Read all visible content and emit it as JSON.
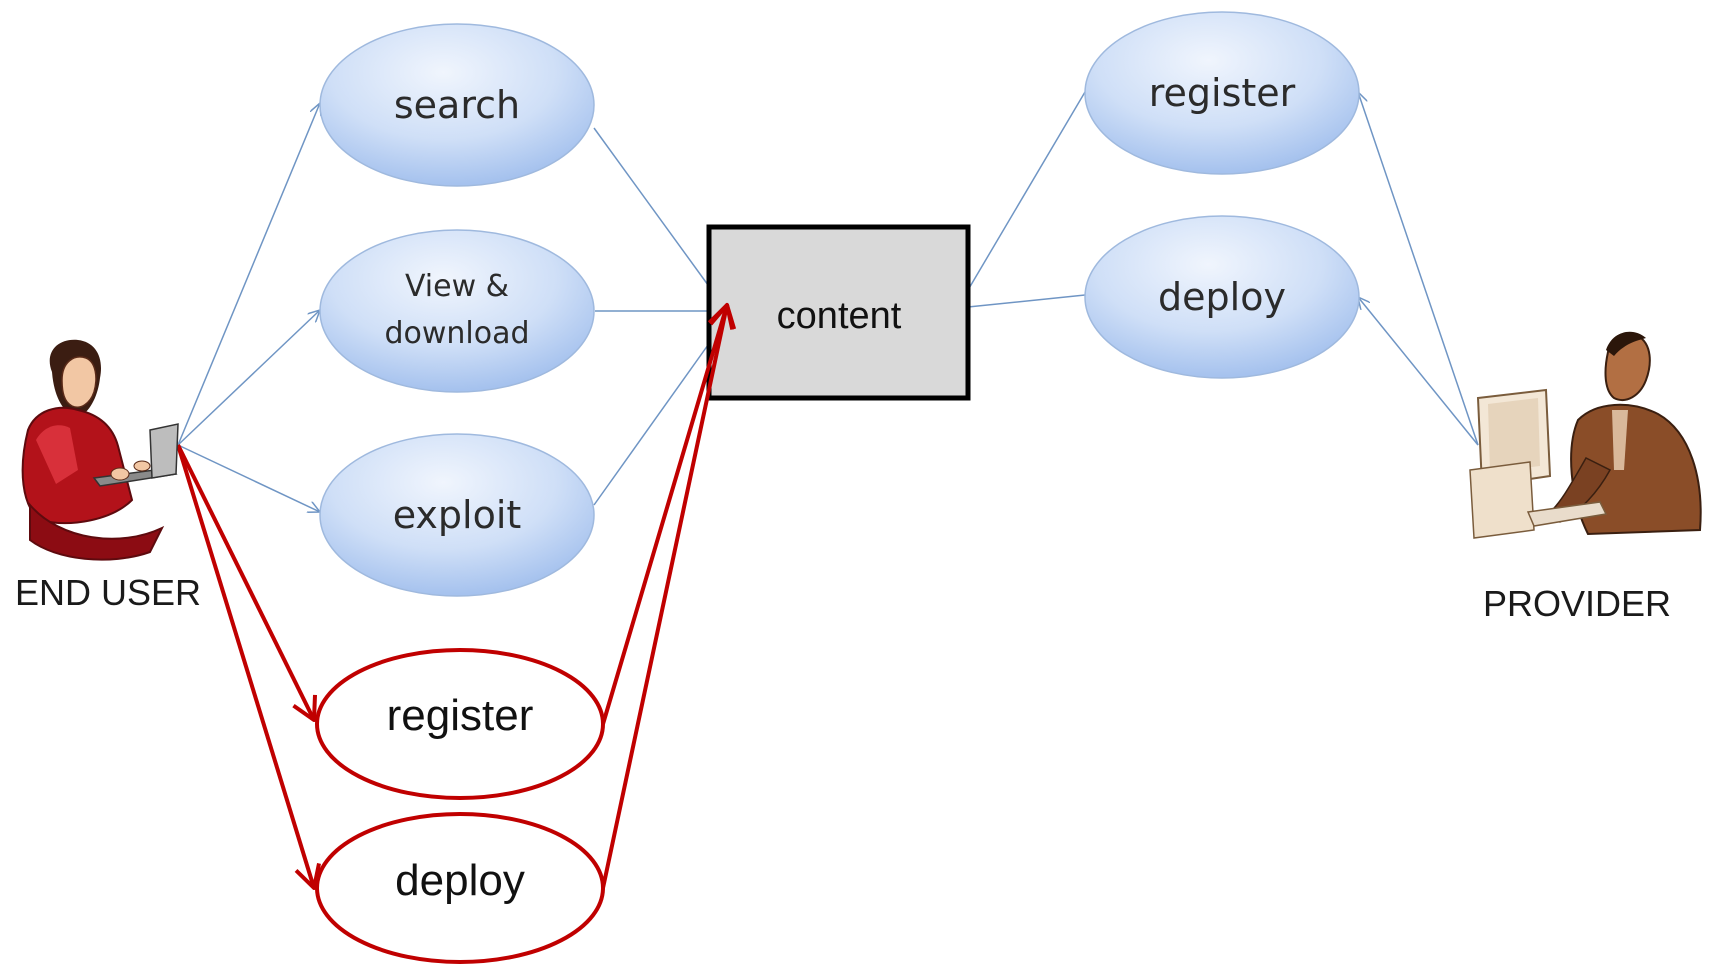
{
  "actors": {
    "end_user": "END USER",
    "provider": "PROVIDER"
  },
  "use_cases": {
    "search": "search",
    "view_download_line1": "View &",
    "view_download_line2": "download",
    "exploit": "exploit",
    "provider_register": "register",
    "provider_deploy": "deploy",
    "user_register": "register",
    "user_deploy": "deploy"
  },
  "center_box": "content",
  "colors": {
    "ellipse_fill_light": "#e4eefb",
    "ellipse_fill_dark": "#a9c5ef",
    "ellipse_stroke": "#9fb9de",
    "connector_blue": "#6f95c4",
    "highlight_red": "#c00000",
    "box_fill": "#d9d9d9",
    "box_stroke": "#000000"
  }
}
